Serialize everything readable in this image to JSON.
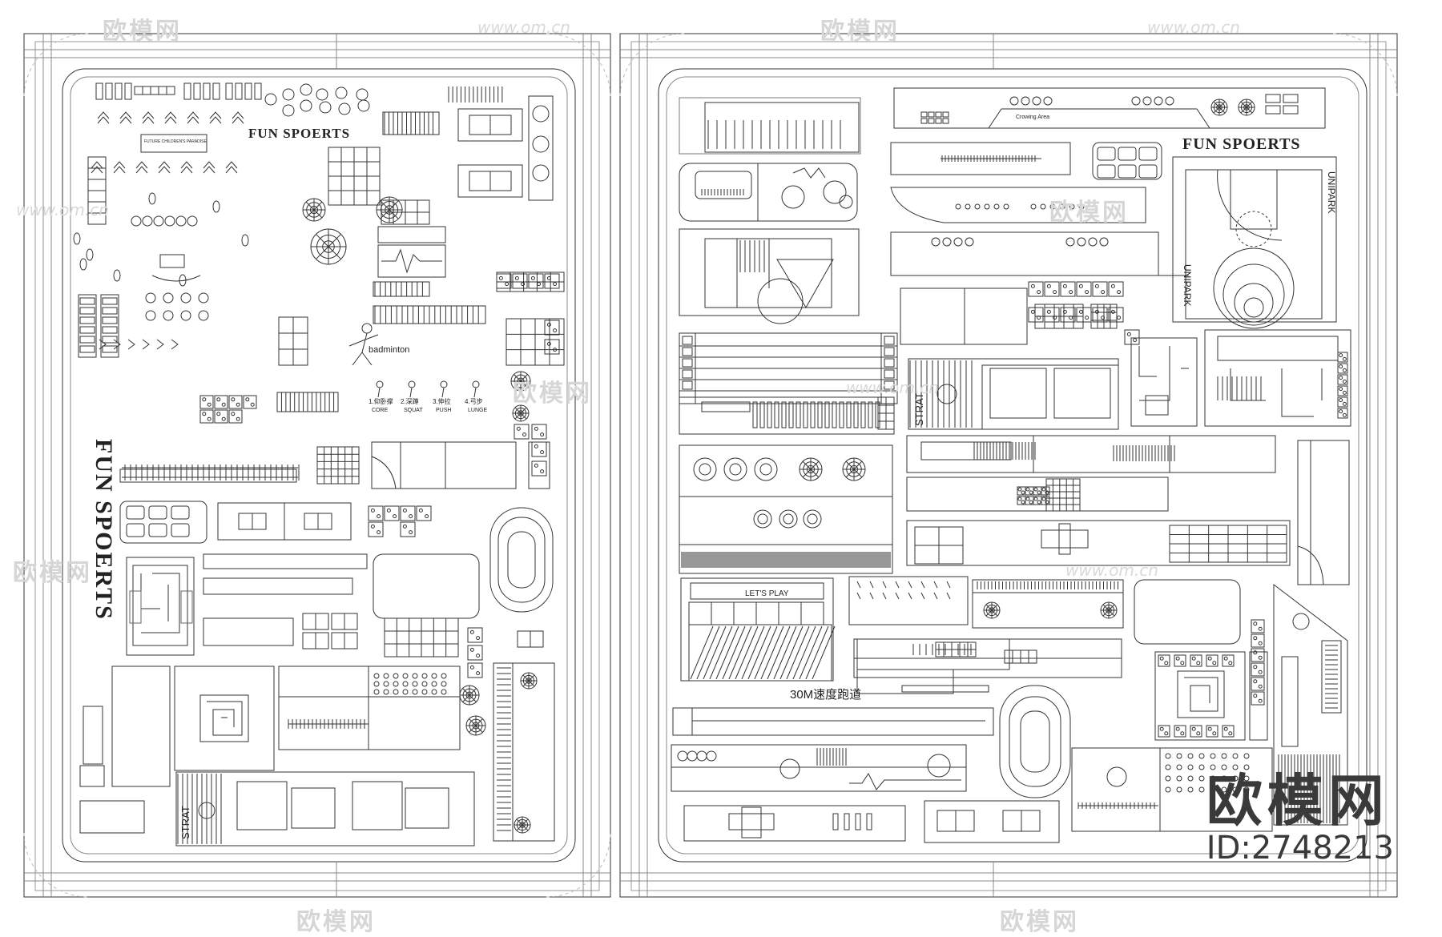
{
  "watermark": {
    "brand": "欧模网",
    "url": "www.om.cn",
    "id": "ID:2748213"
  },
  "left_sheet": {
    "heading": "FUN SPOERTS",
    "heading_vertical": "FUN SPOERTS",
    "banner": "FUTURE CHILDREN'S PARADISE",
    "badminton": "badminton",
    "moves": [
      {
        "num": "1.仰卧撑",
        "en": "CORE"
      },
      {
        "num": "2.深蹲",
        "en": "SQUAT"
      },
      {
        "num": "3.伸拉",
        "en": "PUSH"
      },
      {
        "num": "4.弓步",
        "en": "LUNGE"
      }
    ],
    "strat": "STRAT"
  },
  "right_sheet": {
    "heading": "FUN SPOERTS",
    "side_text": "UNIPARK",
    "side_text_2": "UNIPARK",
    "running": "30M速度跑道",
    "lets_play": "LET'S PLAY",
    "strat": "STRAT",
    "running_area": "Crowing Area"
  }
}
